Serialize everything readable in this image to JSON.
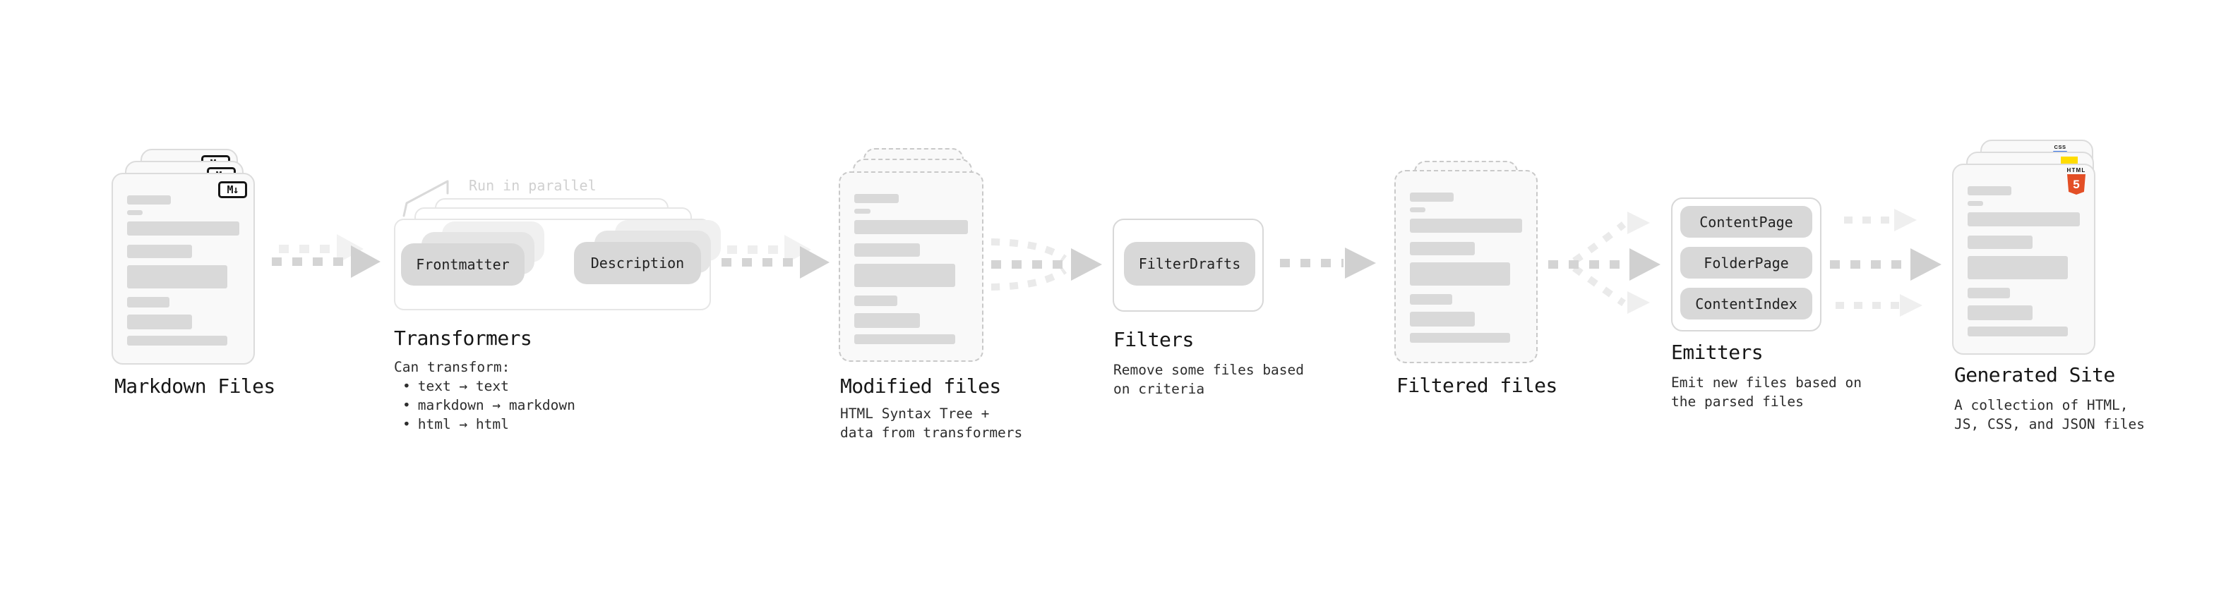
{
  "markdown_files": {
    "label": "Markdown Files",
    "badge": "M↓"
  },
  "transformers": {
    "title": "Transformers",
    "annotation": "Run in parallel",
    "pills": [
      "Frontmatter",
      "Description"
    ],
    "description_heading": "Can transform:",
    "bullet_glyph": "•",
    "bullets": [
      "text → text",
      "markdown → markdown",
      "html → html"
    ]
  },
  "modified_files": {
    "title": "Modified files",
    "subtitle": [
      "HTML Syntax Tree +",
      "data from transformers"
    ]
  },
  "filters": {
    "title": "Filters",
    "pill": "FilterDrafts",
    "subtitle": [
      "Remove some files based",
      "on criteria"
    ]
  },
  "filtered_files": {
    "title": "Filtered files"
  },
  "emitters": {
    "title": "Emitters",
    "pills": [
      "ContentPage",
      "FolderPage",
      "ContentIndex"
    ],
    "subtitle": [
      "Emit new files based on",
      "the parsed files"
    ]
  },
  "generated_site": {
    "title": "Generated Site",
    "subtitle": [
      "A collection of HTML,",
      "JS, CSS, and JSON files"
    ],
    "badges": {
      "html_label": "HTML",
      "html_number": "5",
      "css_label": "CSS"
    }
  },
  "colors": {
    "html5_orange": "#e34f26",
    "js_yellow": "#ffdc00",
    "css_blue": "#2e6de4",
    "pill_gray": "#d8d8d8",
    "bar_gray": "#d9d9d9",
    "arrow_gray": "#d2d2d2",
    "light_arrow_gray": "#ebebeb"
  }
}
